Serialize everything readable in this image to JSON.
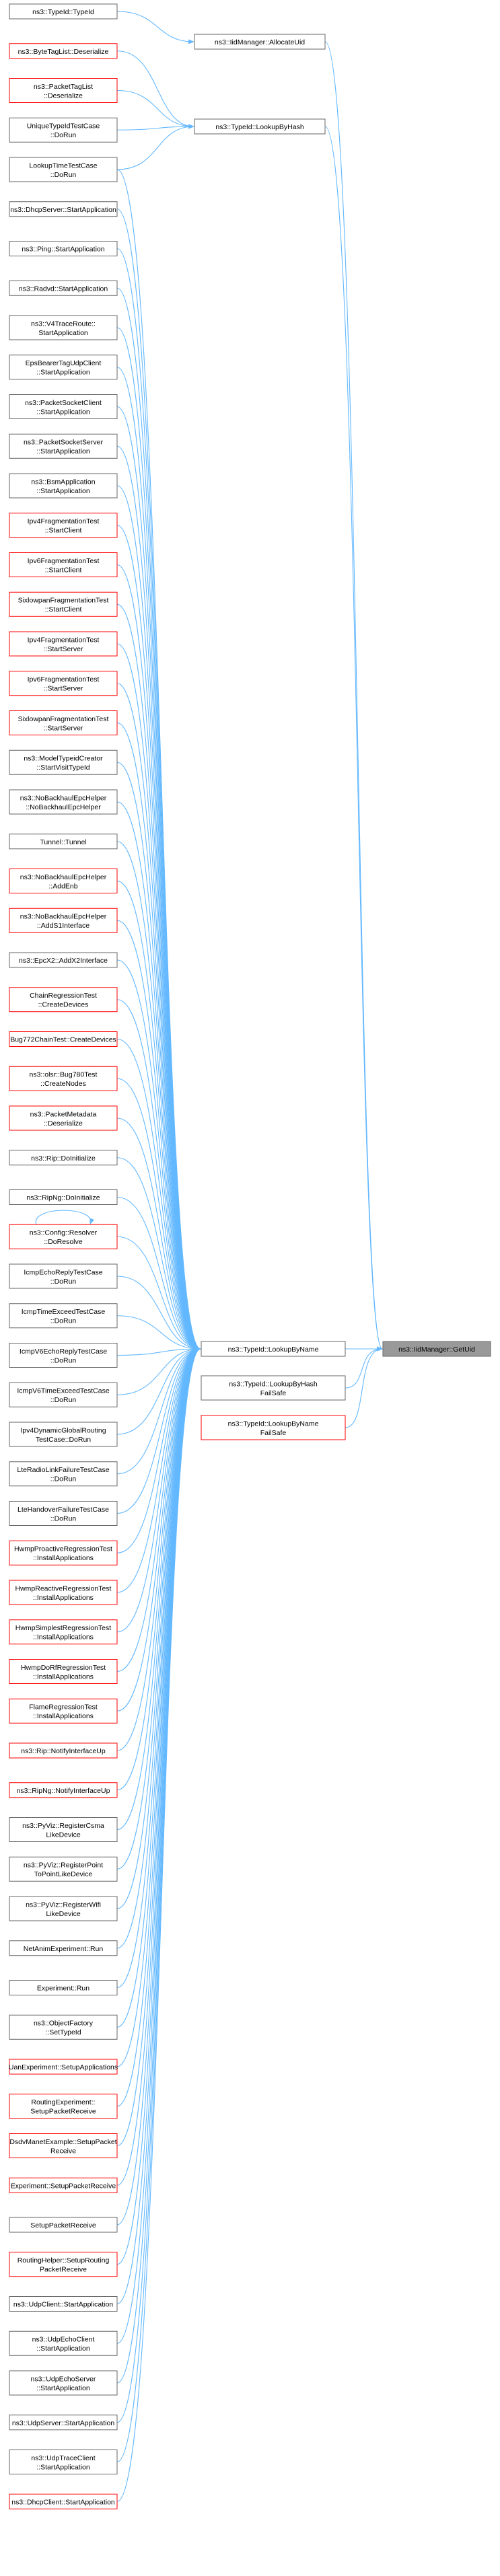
{
  "colors": {
    "edge": "#63b8ff",
    "node_border": "#666666",
    "node_border_highlight": "#ff0000",
    "focus_fill": "#999999",
    "focus_border": "#666666",
    "text": "#000000"
  },
  "focus_node": {
    "id": "getuid",
    "lines": [
      "ns3::IidManager::GetUid"
    ]
  },
  "middle_nodes": [
    {
      "id": "allocate",
      "lines": [
        "ns3::IidManager::AllocateUid"
      ],
      "red": false
    },
    {
      "id": "lookupbyhash",
      "lines": [
        "ns3::TypeId::LookupByHash"
      ],
      "red": false
    },
    {
      "id": "lookupbyname",
      "lines": [
        "ns3::TypeId::LookupByName"
      ],
      "red": false
    },
    {
      "id": "hashfailsafe",
      "lines": [
        "ns3::TypeId::LookupByHash",
        "FailSafe"
      ],
      "red": false
    },
    {
      "id": "namefailsafe",
      "lines": [
        "ns3::TypeId::LookupByName",
        "FailSafe"
      ],
      "red": true
    }
  ],
  "callers": [
    {
      "lines": [
        "ns3::TypeId::TypeId"
      ],
      "red": false,
      "target": "allocate"
    },
    {
      "lines": [
        "ns3::ByteTagList::Deserialize"
      ],
      "red": true,
      "target": "lookupbyhash"
    },
    {
      "lines": [
        "ns3::PacketTagList",
        "::Deserialize"
      ],
      "red": true,
      "target": "lookupbyhash"
    },
    {
      "lines": [
        "UniqueTypeIdTestCase",
        "::DoRun"
      ],
      "red": false,
      "target": "lookupbyhash"
    },
    {
      "lines": [
        "LookupTimeTestCase",
        "::DoRun"
      ],
      "red": false,
      "target": "both"
    },
    {
      "lines": [
        "ns3::DhcpServer::StartApplication"
      ],
      "red": false,
      "target": "lookupbyname"
    },
    {
      "lines": [
        "ns3::Ping::StartApplication"
      ],
      "red": false,
      "target": "lookupbyname"
    },
    {
      "lines": [
        "ns3::Radvd::StartApplication"
      ],
      "red": false,
      "target": "lookupbyname"
    },
    {
      "lines": [
        "ns3::V4TraceRoute::",
        "StartApplication"
      ],
      "red": false,
      "target": "lookupbyname"
    },
    {
      "lines": [
        "EpsBearerTagUdpClient",
        "::StartApplication"
      ],
      "red": false,
      "target": "lookupbyname"
    },
    {
      "lines": [
        "ns3::PacketSocketClient",
        "::StartApplication"
      ],
      "red": false,
      "target": "lookupbyname"
    },
    {
      "lines": [
        "ns3::PacketSocketServer",
        "::StartApplication"
      ],
      "red": false,
      "target": "lookupbyname"
    },
    {
      "lines": [
        "ns3::BsmApplication",
        "::StartApplication"
      ],
      "red": false,
      "target": "lookupbyname"
    },
    {
      "lines": [
        "Ipv4FragmentationTest",
        "::StartClient"
      ],
      "red": true,
      "target": "lookupbyname"
    },
    {
      "lines": [
        "Ipv6FragmentationTest",
        "::StartClient"
      ],
      "red": true,
      "target": "lookupbyname"
    },
    {
      "lines": [
        "SixlowpanFragmentationTest",
        "::StartClient"
      ],
      "red": true,
      "target": "lookupbyname"
    },
    {
      "lines": [
        "Ipv4FragmentationTest",
        "::StartServer"
      ],
      "red": true,
      "target": "lookupbyname"
    },
    {
      "lines": [
        "Ipv6FragmentationTest",
        "::StartServer"
      ],
      "red": true,
      "target": "lookupbyname"
    },
    {
      "lines": [
        "SixlowpanFragmentationTest",
        "::StartServer"
      ],
      "red": true,
      "target": "lookupbyname"
    },
    {
      "lines": [
        "ns3::ModelTypeidCreator",
        "::StartVisitTypeId"
      ],
      "red": false,
      "target": "lookupbyname"
    },
    {
      "lines": [
        "ns3::NoBackhaulEpcHelper",
        "::NoBackhaulEpcHelper"
      ],
      "red": false,
      "target": "lookupbyname"
    },
    {
      "lines": [
        "Tunnel::Tunnel"
      ],
      "red": false,
      "target": "lookupbyname"
    },
    {
      "lines": [
        "ns3::NoBackhaulEpcHelper",
        "::AddEnb"
      ],
      "red": true,
      "target": "lookupbyname"
    },
    {
      "lines": [
        "ns3::NoBackhaulEpcHelper",
        "::AddS1Interface"
      ],
      "red": true,
      "target": "lookupbyname"
    },
    {
      "lines": [
        "ns3::EpcX2::AddX2Interface"
      ],
      "red": false,
      "target": "lookupbyname"
    },
    {
      "lines": [
        "ChainRegressionTest",
        "::CreateDevices"
      ],
      "red": true,
      "target": "lookupbyname"
    },
    {
      "lines": [
        "Bug772ChainTest::CreateDevices"
      ],
      "red": true,
      "target": "lookupbyname"
    },
    {
      "lines": [
        "ns3::olsr::Bug780Test",
        "::CreateNodes"
      ],
      "red": true,
      "target": "lookupbyname"
    },
    {
      "lines": [
        "ns3::PacketMetadata",
        "::Deserialize"
      ],
      "red": true,
      "target": "lookupbyname"
    },
    {
      "lines": [
        "ns3::Rip::DoInitialize"
      ],
      "red": false,
      "target": "lookupbyname"
    },
    {
      "lines": [
        "ns3::RipNg::DoInitialize"
      ],
      "red": false,
      "target": "lookupbyname"
    },
    {
      "lines": [
        "ns3::Config::Resolver",
        "::DoResolve"
      ],
      "red": true,
      "target": "lookupbyname",
      "self_loop": true
    },
    {
      "lines": [
        "IcmpEchoReplyTestCase",
        "::DoRun"
      ],
      "red": false,
      "target": "lookupbyname"
    },
    {
      "lines": [
        "IcmpTimeExceedTestCase",
        "::DoRun"
      ],
      "red": false,
      "target": "lookupbyname"
    },
    {
      "lines": [
        "IcmpV6EchoReplyTestCase",
        "::DoRun"
      ],
      "red": false,
      "target": "lookupbyname"
    },
    {
      "lines": [
        "IcmpV6TimeExceedTestCase",
        "::DoRun"
      ],
      "red": false,
      "target": "lookupbyname"
    },
    {
      "lines": [
        "Ipv4DynamicGlobalRouting",
        "TestCase::DoRun"
      ],
      "red": false,
      "target": "lookupbyname"
    },
    {
      "lines": [
        "LteRadioLinkFailureTestCase",
        "::DoRun"
      ],
      "red": false,
      "target": "lookupbyname"
    },
    {
      "lines": [
        "LteHandoverFailureTestCase",
        "::DoRun"
      ],
      "red": false,
      "target": "lookupbyname"
    },
    {
      "lines": [
        "HwmpProactiveRegressionTest",
        "::InstallApplications"
      ],
      "red": true,
      "target": "lookupbyname"
    },
    {
      "lines": [
        "HwmpReactiveRegressionTest",
        "::InstallApplications"
      ],
      "red": true,
      "target": "lookupbyname"
    },
    {
      "lines": [
        "HwmpSimplestRegressionTest",
        "::InstallApplications"
      ],
      "red": true,
      "target": "lookupbyname"
    },
    {
      "lines": [
        "HwmpDoRfRegressionTest",
        "::InstallApplications"
      ],
      "red": true,
      "target": "lookupbyname"
    },
    {
      "lines": [
        "FlameRegressionTest",
        "::InstallApplications"
      ],
      "red": true,
      "target": "lookupbyname"
    },
    {
      "lines": [
        "ns3::Rip::NotifyInterfaceUp"
      ],
      "red": true,
      "target": "lookupbyname"
    },
    {
      "lines": [
        "ns3::RipNg::NotifyInterfaceUp"
      ],
      "red": true,
      "target": "lookupbyname"
    },
    {
      "lines": [
        "ns3::PyViz::RegisterCsma",
        "LikeDevice"
      ],
      "red": false,
      "target": "lookupbyname"
    },
    {
      "lines": [
        "ns3::PyViz::RegisterPoint",
        "ToPointLikeDevice"
      ],
      "red": false,
      "target": "lookupbyname"
    },
    {
      "lines": [
        "ns3::PyViz::RegisterWifi",
        "LikeDevice"
      ],
      "red": false,
      "target": "lookupbyname"
    },
    {
      "lines": [
        "NetAnimExperiment::Run"
      ],
      "red": false,
      "target": "lookupbyname"
    },
    {
      "lines": [
        "Experiment::Run"
      ],
      "red": false,
      "target": "lookupbyname"
    },
    {
      "lines": [
        "ns3::ObjectFactory",
        "::SetTypeId"
      ],
      "red": false,
      "target": "lookupbyname"
    },
    {
      "lines": [
        "UanExperiment::SetupApplications"
      ],
      "red": true,
      "target": "lookupbyname"
    },
    {
      "lines": [
        "RoutingExperiment::",
        "SetupPacketReceive"
      ],
      "red": true,
      "target": "lookupbyname"
    },
    {
      "lines": [
        "DsdvManetExample::SetupPacket",
        "Receive"
      ],
      "red": true,
      "target": "lookupbyname"
    },
    {
      "lines": [
        "Experiment::SetupPacketReceive"
      ],
      "red": true,
      "target": "lookupbyname"
    },
    {
      "lines": [
        "SetupPacketReceive"
      ],
      "red": false,
      "target": "lookupbyname"
    },
    {
      "lines": [
        "RoutingHelper::SetupRouting",
        "PacketReceive"
      ],
      "red": true,
      "target": "lookupbyname"
    },
    {
      "lines": [
        "ns3::UdpClient::StartApplication"
      ],
      "red": false,
      "target": "lookupbyname"
    },
    {
      "lines": [
        "ns3::UdpEchoClient",
        "::StartApplication"
      ],
      "red": false,
      "target": "lookupbyname"
    },
    {
      "lines": [
        "ns3::UdpEchoServer",
        "::StartApplication"
      ],
      "red": false,
      "target": "lookupbyname"
    },
    {
      "lines": [
        "ns3::UdpServer::StartApplication"
      ],
      "red": false,
      "target": "lookupbyname"
    },
    {
      "lines": [
        "ns3::UdpTraceClient",
        "::StartApplication"
      ],
      "red": false,
      "target": "lookupbyname"
    },
    {
      "lines": [
        "ns3::DhcpClient::StartApplication"
      ],
      "red": true,
      "target": "lookupbyname"
    }
  ]
}
